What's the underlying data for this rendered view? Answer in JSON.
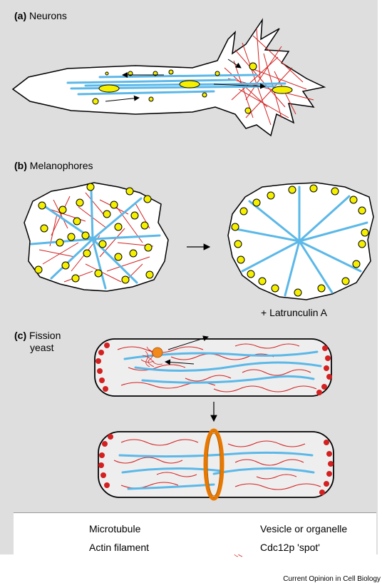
{
  "panels": {
    "a": {
      "letter": "(a)",
      "title": "Neurons"
    },
    "b": {
      "letter": "(b)",
      "title": "Melanophores",
      "treatment": "+ Latrunculin A"
    },
    "c": {
      "letter": "(c)",
      "title_line1": "Fission",
      "title_line2": "yeast"
    }
  },
  "legend": {
    "microtubule": "Microtubule",
    "actin": "Actin filament",
    "vesicle": "Vesicle or organelle",
    "spot": "Cdc12p 'spot'"
  },
  "credit": "Current Opinion in Cell Biology",
  "colors": {
    "microtubule": "#5bb8e8",
    "actin": "#d42020",
    "vesicle": "#f5f000",
    "spot": "#f08a1c",
    "ring": "#e87800",
    "background": "#dedede"
  }
}
